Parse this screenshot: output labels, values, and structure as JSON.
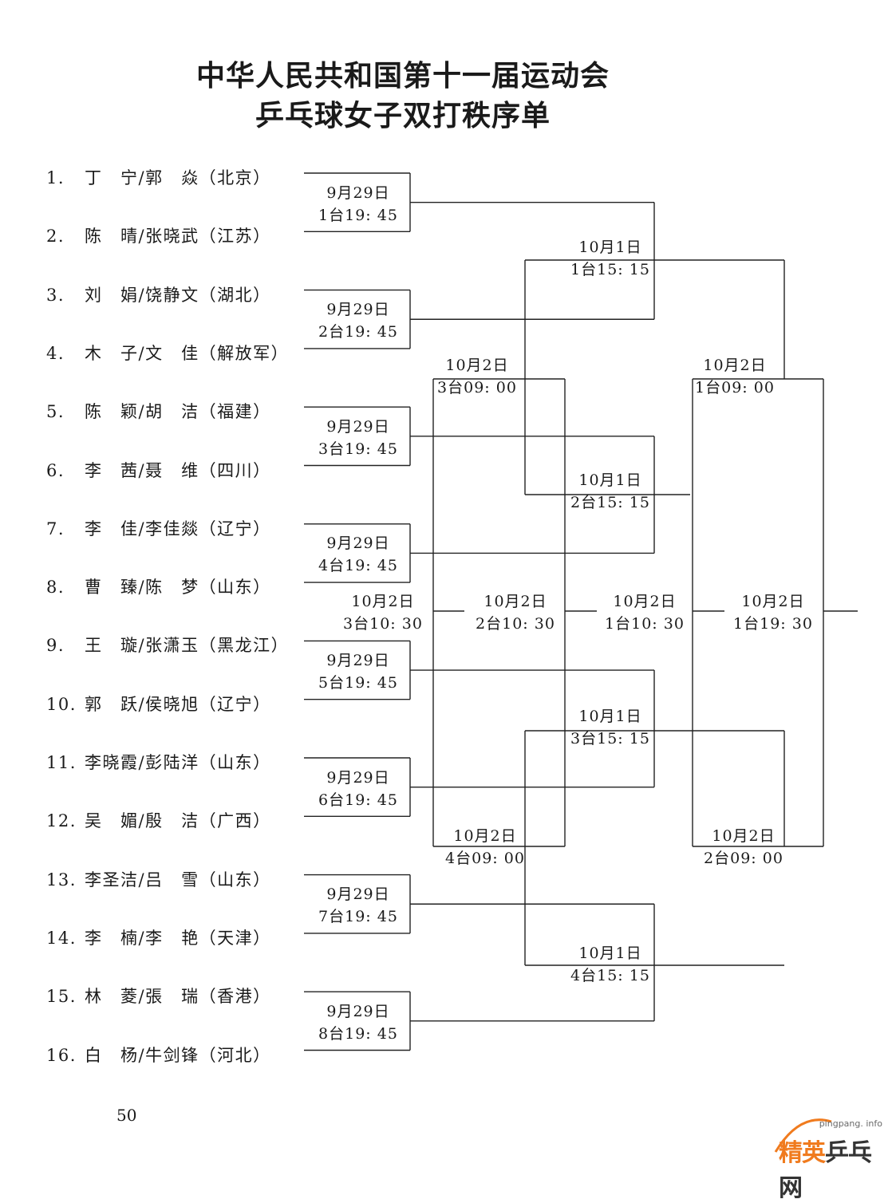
{
  "header": {
    "title_line1": "中华人民共和国第十一届运动会",
    "title_line2": "乒乓球女子双打秩序单"
  },
  "players": [
    {
      "num": "1.",
      "name": "丁　宁/郭　焱（北京）"
    },
    {
      "num": "2.",
      "name": "陈　晴/张晓武（江苏）"
    },
    {
      "num": "3.",
      "name": "刘　娟/饶静文（湖北）"
    },
    {
      "num": "4.",
      "name": "木　子/文　佳（解放军）"
    },
    {
      "num": "5.",
      "name": "陈　颖/胡　洁（福建）"
    },
    {
      "num": "6.",
      "name": "李　茜/聂　维（四川）"
    },
    {
      "num": "7.",
      "name": "李　佳/李佳燚（辽宁）"
    },
    {
      "num": "8.",
      "name": "曹　臻/陈　梦（山东）"
    },
    {
      "num": "9.",
      "name": "王　璇/张潇玉（黑龙江）"
    },
    {
      "num": "10.",
      "name": "郭　跃/侯晓旭（辽宁）"
    },
    {
      "num": "11.",
      "name": "李晓霞/彭陆洋（山东）"
    },
    {
      "num": "12.",
      "name": "吴　媚/殷　洁（广西）"
    },
    {
      "num": "13.",
      "name": "李圣洁/吕　雪（山东）"
    },
    {
      "num": "14.",
      "name": "李　楠/李　艳（天津）"
    },
    {
      "num": "15.",
      "name": "林　菱/張　瑞（香港）"
    },
    {
      "num": "16.",
      "name": "白　杨/牛剑锋（河北）"
    }
  ],
  "round1": [
    {
      "date": "9月29日",
      "slot": "1台19: 45"
    },
    {
      "date": "9月29日",
      "slot": "2台19: 45"
    },
    {
      "date": "9月29日",
      "slot": "3台19: 45"
    },
    {
      "date": "9月29日",
      "slot": "4台19: 45"
    },
    {
      "date": "9月29日",
      "slot": "5台19: 45"
    },
    {
      "date": "9月29日",
      "slot": "6台19: 45"
    },
    {
      "date": "9月29日",
      "slot": "7台19: 45"
    },
    {
      "date": "9月29日",
      "slot": "8台19: 45"
    }
  ],
  "round2": [
    {
      "date": "10月1日",
      "slot": "1台15: 15"
    },
    {
      "date": "10月1日",
      "slot": "2台15: 15"
    },
    {
      "date": "10月1日",
      "slot": "3台15: 15"
    },
    {
      "date": "10月1日",
      "slot": "4台15: 15"
    }
  ],
  "round3": [
    {
      "date": "10月2日",
      "slot": "3台09: 00"
    },
    {
      "date": "10月2日",
      "slot": "1台09: 00"
    },
    {
      "date": "10月2日",
      "slot": "4台09: 00"
    },
    {
      "date": "10月2日",
      "slot": "2台09: 00"
    }
  ],
  "round4": [
    {
      "date": "10月2日",
      "slot": "3台10: 30"
    },
    {
      "date": "10月2日",
      "slot": "2台10: 30"
    },
    {
      "date": "10月2日",
      "slot": "1台10: 30"
    },
    {
      "date": "10月2日",
      "slot": "1台19: 30"
    }
  ],
  "footer": {
    "page_number": "50",
    "watermark_url": "pingpang. info",
    "watermark_logo_a": "精英",
    "watermark_logo_b": "乒乓网"
  }
}
